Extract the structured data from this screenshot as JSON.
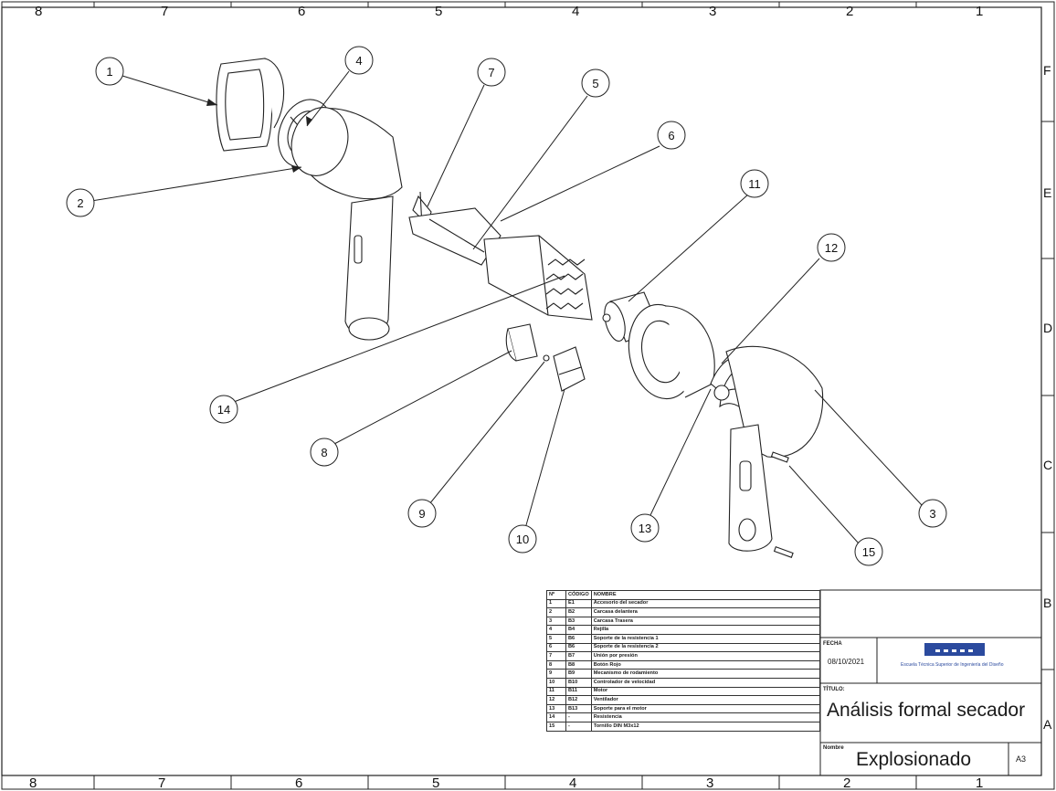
{
  "grid": {
    "cols": [
      "8",
      "7",
      "6",
      "5",
      "4",
      "3",
      "2",
      "1"
    ],
    "rows": [
      "F",
      "E",
      "D",
      "C",
      "B",
      "A"
    ]
  },
  "callouts": [
    "1",
    "2",
    "3",
    "4",
    "5",
    "6",
    "7",
    "8",
    "9",
    "10",
    "11",
    "12",
    "13",
    "14",
    "15"
  ],
  "bom": {
    "headers": [
      "Nº",
      "CÓDIGO",
      "NOMBRE"
    ],
    "rows": [
      [
        "1",
        "E1",
        "Accesorio del secador"
      ],
      [
        "2",
        "B2",
        "Carcasa delantera"
      ],
      [
        "3",
        "B3",
        "Carcasa Trasera"
      ],
      [
        "4",
        "B4",
        "Rejilla"
      ],
      [
        "5",
        "B6",
        "Soporte de la resistencia 1"
      ],
      [
        "6",
        "B6",
        "Soporte de la resistencia 2"
      ],
      [
        "7",
        "B7",
        "Unión por presión"
      ],
      [
        "8",
        "B8",
        "Botón Rojo"
      ],
      [
        "9",
        "B9",
        "Mecanismo de rodamiento"
      ],
      [
        "10",
        "B10",
        "Controlador de velocidad"
      ],
      [
        "11",
        "B11",
        "Motor"
      ],
      [
        "12",
        "B12",
        "Ventilador"
      ],
      [
        "13",
        "B13",
        "Soporte para el motor"
      ],
      [
        "14",
        "-",
        "Resistencia"
      ],
      [
        "15",
        "-",
        "Tornillo DIN M3x12"
      ]
    ]
  },
  "title_block": {
    "fecha_label": "FECHA",
    "fecha": "08/10/2021",
    "school": "Escuela Técnica Superior de Ingeniería del Diseño",
    "titulo_label": "TÍTULO:",
    "titulo": "Análisis formal secador",
    "nombre_label": "Nombre",
    "nombre": "Explosionado",
    "format": "A3"
  },
  "colors": {
    "line": "#1a1a1a",
    "logo": "#2b4a9e"
  }
}
